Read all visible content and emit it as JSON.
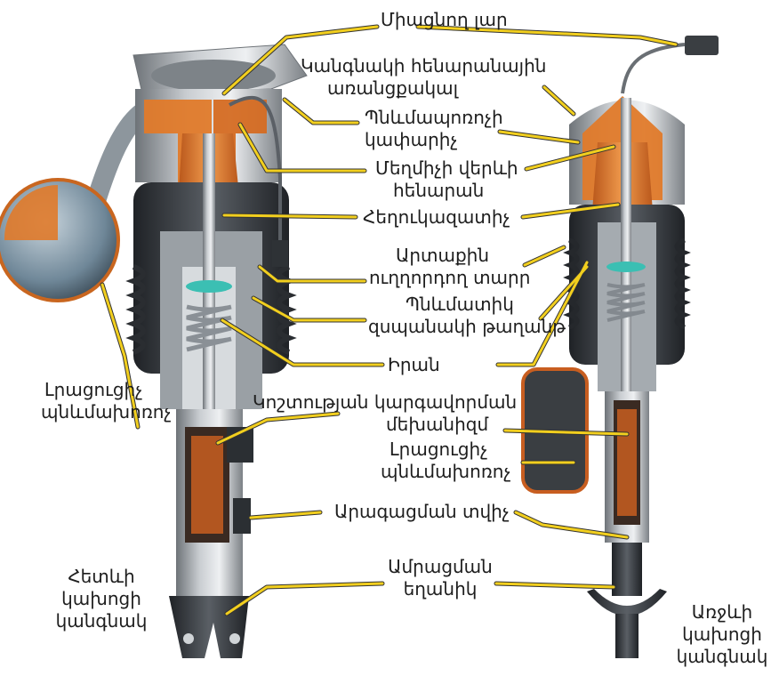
{
  "labels": {
    "connecting_wire": "Միացնող լար",
    "upper_housing": [
      "Կանգնակի հենարանային",
      "առանցքակալ"
    ],
    "piston_cover": [
      "Պնևմապոռոչի",
      "կափարիչ"
    ],
    "damper_mount": [
      "Մեղմիչի վերևի",
      "հենարան"
    ],
    "bump_stop": "Հեղուկազատիչ",
    "outer_guide": [
      "Արտաքին",
      "ուղղորդող տարր"
    ],
    "air_spring": [
      "Պնևմատիկ",
      "զսպանակի թաղանթ"
    ],
    "piston": "Իրան",
    "stiffness_valve": [
      "Կոշտության կարգավորման",
      "մեխանիզմ"
    ],
    "reservoir_center": [
      "Լրացուցիչ",
      "պնևմախոռոչ"
    ],
    "reservoir_left": [
      "Լրացուցիչ",
      "պնևմախոռոչ"
    ],
    "speed_sensor": "Արագացման տվիչ",
    "mount_fork": [
      "Ամրացման",
      "եղանիկ"
    ],
    "rear_strut": [
      "Հետևի",
      "կախոցի",
      "կանգնակ"
    ],
    "front_strut": [
      "Առջևի",
      "կախոցի",
      "կանգնակ"
    ]
  },
  "colors": {
    "leader": "#f2cf1e",
    "housing": "#a9aeb3",
    "bellows": "#3b3f44",
    "orange": "#e07a2a",
    "background": "#ffffff"
  }
}
